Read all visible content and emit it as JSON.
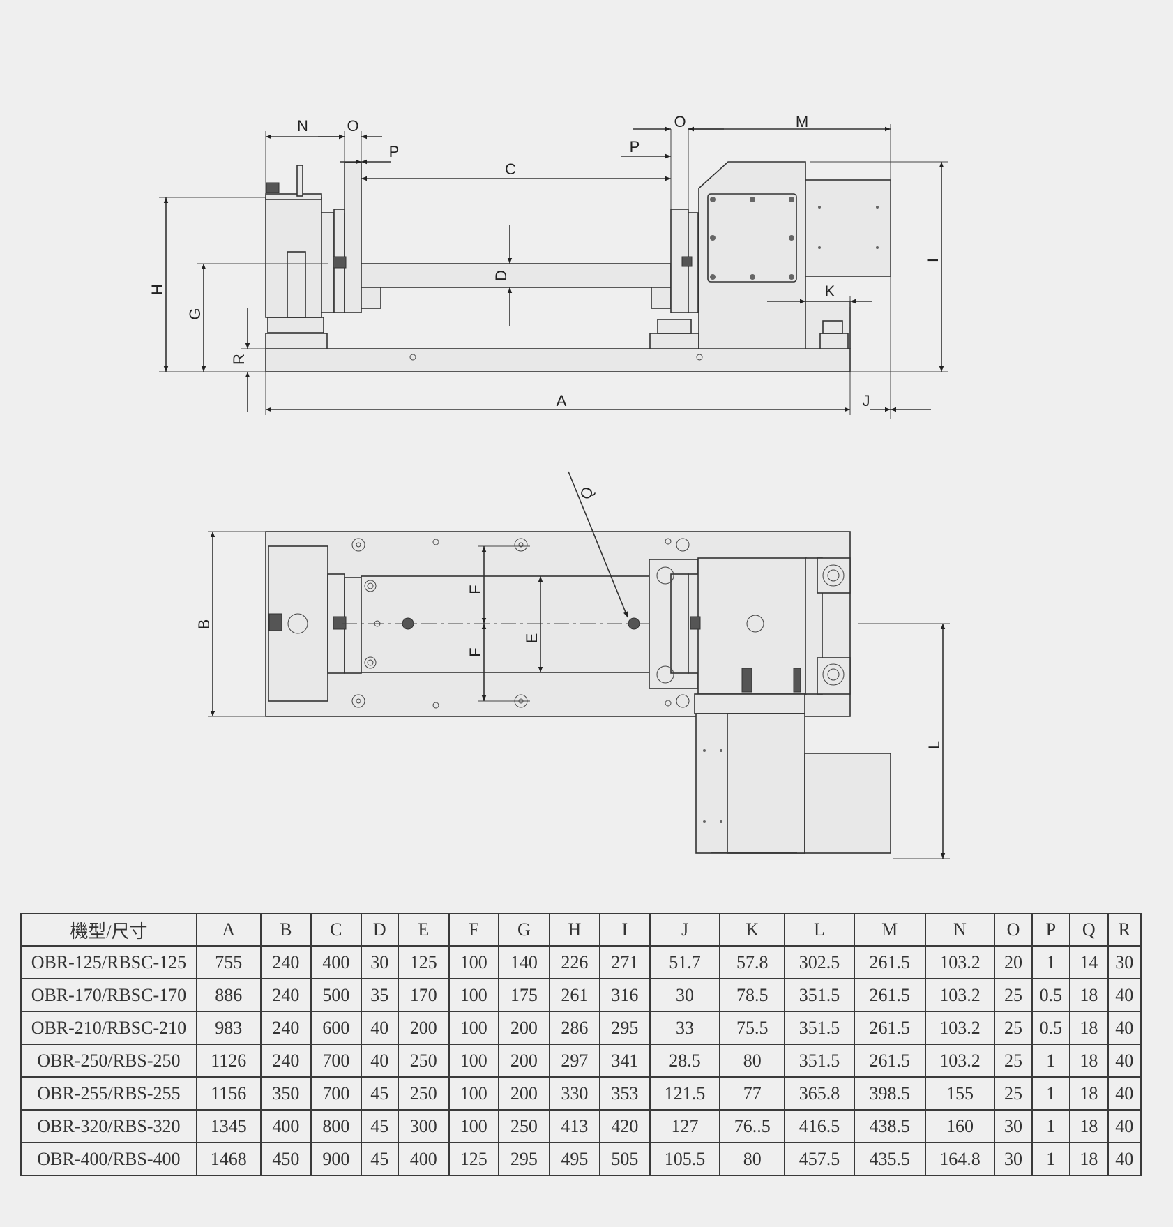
{
  "labels": {
    "side_view": [
      "N",
      "O",
      "P",
      "C",
      "P",
      "O",
      "M",
      "D",
      "H",
      "G",
      "R",
      "I",
      "K",
      "A",
      "J"
    ],
    "top_view": [
      "Q",
      "B",
      "F",
      "F",
      "E",
      "L"
    ]
  },
  "table": {
    "headers": [
      "機型/尺寸",
      "A",
      "B",
      "C",
      "D",
      "E",
      "F",
      "G",
      "H",
      "I",
      "J",
      "K",
      "L",
      "M",
      "N",
      "O",
      "P",
      "Q",
      "R"
    ],
    "rows": [
      [
        "OBR-125/RBSC-125",
        "755",
        "240",
        "400",
        "30",
        "125",
        "100",
        "140",
        "226",
        "271",
        "51.7",
        "57.8",
        "302.5",
        "261.5",
        "103.2",
        "20",
        "1",
        "14",
        "30"
      ],
      [
        "OBR-170/RBSC-170",
        "886",
        "240",
        "500",
        "35",
        "170",
        "100",
        "175",
        "261",
        "316",
        "30",
        "78.5",
        "351.5",
        "261.5",
        "103.2",
        "25",
        "0.5",
        "18",
        "40"
      ],
      [
        "OBR-210/RBSC-210",
        "983",
        "240",
        "600",
        "40",
        "200",
        "100",
        "200",
        "286",
        "295",
        "33",
        "75.5",
        "351.5",
        "261.5",
        "103.2",
        "25",
        "0.5",
        "18",
        "40"
      ],
      [
        "OBR-250/RBS-250",
        "1126",
        "240",
        "700",
        "40",
        "250",
        "100",
        "200",
        "297",
        "341",
        "28.5",
        "80",
        "351.5",
        "261.5",
        "103.2",
        "25",
        "1",
        "18",
        "40"
      ],
      [
        "OBR-255/RBS-255",
        "1156",
        "350",
        "700",
        "45",
        "250",
        "100",
        "200",
        "330",
        "353",
        "121.5",
        "77",
        "365.8",
        "398.5",
        "155",
        "25",
        "1",
        "18",
        "40"
      ],
      [
        "OBR-320/RBS-320",
        "1345",
        "400",
        "800",
        "45",
        "300",
        "100",
        "250",
        "413",
        "420",
        "127",
        "76..5",
        "416.5",
        "438.5",
        "160",
        "30",
        "1",
        "18",
        "40"
      ],
      [
        "OBR-400/RBS-400",
        "1468",
        "450",
        "900",
        "45",
        "400",
        "125",
        "295",
        "495",
        "505",
        "105.5",
        "80",
        "457.5",
        "435.5",
        "164.8",
        "30",
        "1",
        "18",
        "40"
      ]
    ]
  }
}
